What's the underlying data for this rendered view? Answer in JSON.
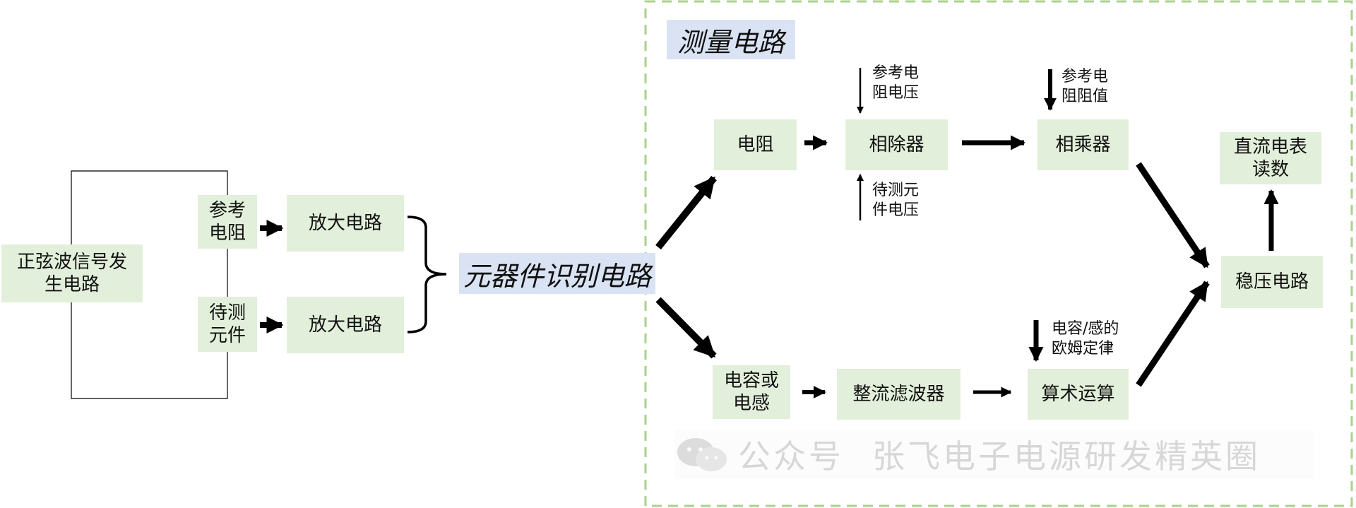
{
  "left": {
    "generator": "正弦波信号发\n生电路",
    "ref_resistor": "参考\n电阻",
    "dut": "待测\n元件",
    "amp_top": "放大电路",
    "amp_bottom": "放大电路"
  },
  "identification_label": "元器件识别电路",
  "measurement": {
    "title": "测量电路",
    "resistor": "电阻",
    "divider": "相除器",
    "multiplier": "相乘器",
    "cap_ind": "电容或\n电感",
    "rectifier_filter": "整流滤波器",
    "arithmetic": "算术运算",
    "regulator": "稳压电路",
    "dc_meter": "直流电表\n读数",
    "note_ref_voltage": "参考电\n阻电压",
    "note_dut_voltage": "待测元\n件电压",
    "note_ref_value": "参考电\n阻阻值",
    "note_ohm_law": "电容/感的\n欧姆定律"
  },
  "watermark": {
    "prefix": "公众号",
    "name": "张飞电子电源研发精英圈"
  },
  "colors": {
    "box_fill": "#e2efda",
    "label_fill": "#dae3f3",
    "dashed_border": "#a9d18e",
    "line": "#000000"
  }
}
